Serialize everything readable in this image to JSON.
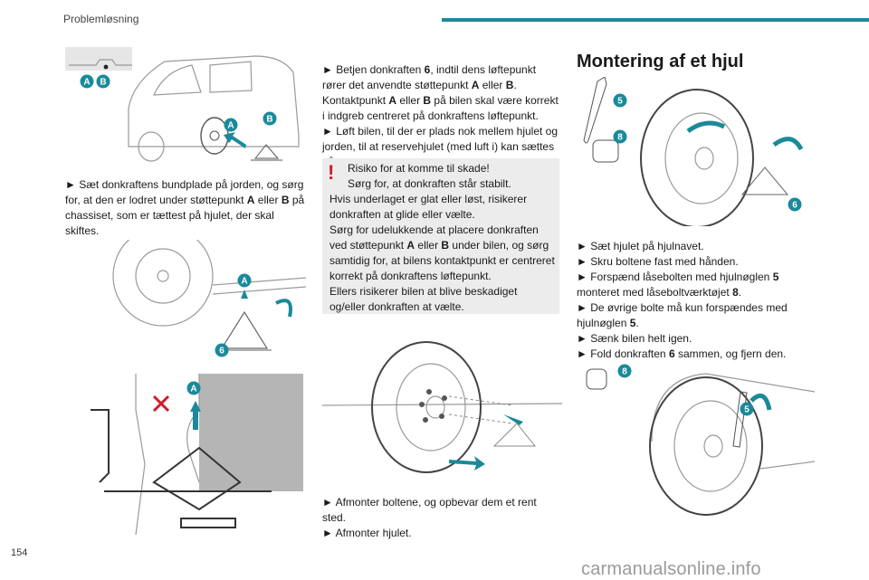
{
  "header": {
    "section_title": "Problemløsning"
  },
  "page_number": "154",
  "watermark": "carmanualsonline.info",
  "labels": {
    "A": "A",
    "B": "B",
    "five": "5",
    "six": "6",
    "eight": "8"
  },
  "colors": {
    "accent": "#1a8a9a",
    "warning": "#d11a2a",
    "warning_bg": "#ececec"
  },
  "col1": {
    "p1": {
      "arrow": "►",
      "t1": " Sæt donkraftens bundplade på jorden, og sørg for, at den er lodret under støttepunkt ",
      "A": "A",
      "t2": " eller ",
      "B": "B",
      "t3": " på chassiset, som er tættest på hjulet, der skal skiftes."
    }
  },
  "col2": {
    "p1": {
      "arrow": "►",
      "t1": " Betjen donkraften ",
      "n6": "6",
      "t2": ", indtil dens løftepunkt rører det anvendte støttepunkt ",
      "A": "A",
      "t3": " eller ",
      "B": "B",
      "t4": ". Kontaktpunkt ",
      "A2": "A",
      "t5": " eller ",
      "B2": "B",
      "t6": " på bilen skal være korrekt i indgreb centreret på donkraftens løftepunkt."
    },
    "p2": {
      "arrow": "►",
      "t1": " Løft bilen, til der er plads nok mellem hjulet og jorden, til at reservehjulet (med luft i) kan sættes på."
    },
    "warning": {
      "mark": "!",
      "l1": "Risiko for at komme til skade!",
      "l2": "Sørg for, at donkraften står stabilt.",
      "l3": "Hvis underlaget er glat eller løst, risikerer donkraften at glide eller vælte.",
      "l4a": "Sørg for udelukkende at placere donkraften ved støttepunkt ",
      "l4A": "A",
      "l4b": " eller ",
      "l4B": "B",
      "l4c": " under bilen, og sørg samtidig for, at bilens kontaktpunkt er centreret korrekt på donkraftens løftepunkt.",
      "l5": "Ellers risikerer bilen at blive beskadiget og/eller donkraften at vælte."
    },
    "p3": {
      "arrow": "►",
      "t1": " Afmonter boltene, og opbevar dem et rent sted."
    },
    "p4": {
      "arrow": "►",
      "t1": " Afmonter hjulet."
    }
  },
  "col3": {
    "heading": "Montering af et hjul",
    "items": [
      {
        "arrow": "►",
        "t1": " Sæt hjulet på hjulnavet."
      },
      {
        "arrow": "►",
        "t1": " Skru boltene fast med hånden."
      },
      {
        "arrow": "►",
        "t1": " Forspænd låsebolten med hjulnøglen ",
        "n": "5",
        "t2": " monteret med låseboltværktøjet ",
        "n2": "8",
        "t3": "."
      },
      {
        "arrow": "►",
        "t1": " De øvrige bolte må kun forspændes med hjulnøglen ",
        "n": "5",
        "t2": "."
      },
      {
        "arrow": "►",
        "t1": " Sænk bilen helt igen."
      },
      {
        "arrow": "►",
        "t1": " Fold donkraften ",
        "n": "6",
        "t2": " sammen, og fjern den."
      }
    ]
  }
}
